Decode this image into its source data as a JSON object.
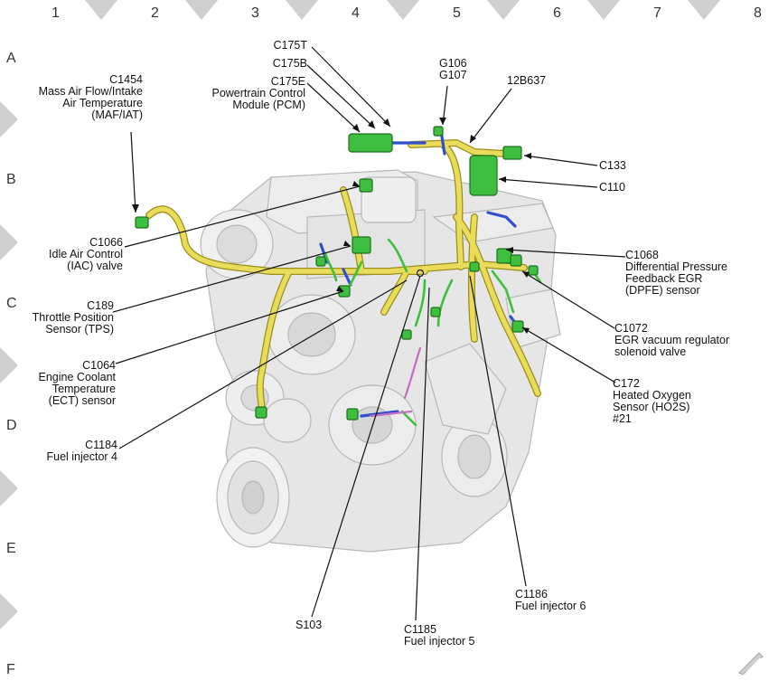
{
  "grid": {
    "columns": [
      "1",
      "2",
      "3",
      "4",
      "5",
      "6",
      "7",
      "8"
    ],
    "rows": [
      "A",
      "B",
      "C",
      "D",
      "E",
      "F"
    ]
  },
  "callouts": {
    "c1454": [
      "C1454",
      "Mass Air Flow/Intake",
      "Air Temperature",
      "(MAF/IAT)"
    ],
    "c175t": [
      "C175T"
    ],
    "c175b": [
      "C175B"
    ],
    "c175e": [
      "C175E",
      "Powertrain Control",
      "Module (PCM)"
    ],
    "g106": [
      "G106",
      "G107"
    ],
    "c12b637": [
      "12B637"
    ],
    "c133": [
      "C133"
    ],
    "c110": [
      "C110"
    ],
    "c1066": [
      "C1066",
      "Idle Air Control",
      "(IAC) valve"
    ],
    "c1068": [
      "C1068",
      "Differential Pressure",
      "Feedback EGR",
      "(DPFE) sensor"
    ],
    "c189": [
      "C189",
      "Throttle Position",
      "Sensor (TPS)"
    ],
    "c1072": [
      "C1072",
      "EGR vacuum regulator",
      "solenoid valve"
    ],
    "c1064": [
      "C1064",
      "Engine Coolant",
      "Temperature",
      "(ECT) sensor"
    ],
    "c172": [
      "C172",
      "Heated Oxygen",
      "Sensor (HO2S)",
      "#21"
    ],
    "c1184": [
      "C1184",
      "Fuel injector 4"
    ],
    "c1186": [
      "C1186",
      "Fuel injector 6"
    ],
    "s103": [
      "S103"
    ],
    "c1185": [
      "C1185",
      "Fuel injector 5"
    ]
  },
  "colors": {
    "harness": "#e8dc5a",
    "harness_edge": "#9a8f1c",
    "connector": "#3fbf3f",
    "connector_edge": "#1f6f1f",
    "blue_wire": "#2f4fd0",
    "engine_fill": "#e6e6e6",
    "engine_edge": "#b8b8b8",
    "border_tab": "#cfcfcf"
  },
  "icons": {
    "corner": "resize-corner-icon"
  }
}
